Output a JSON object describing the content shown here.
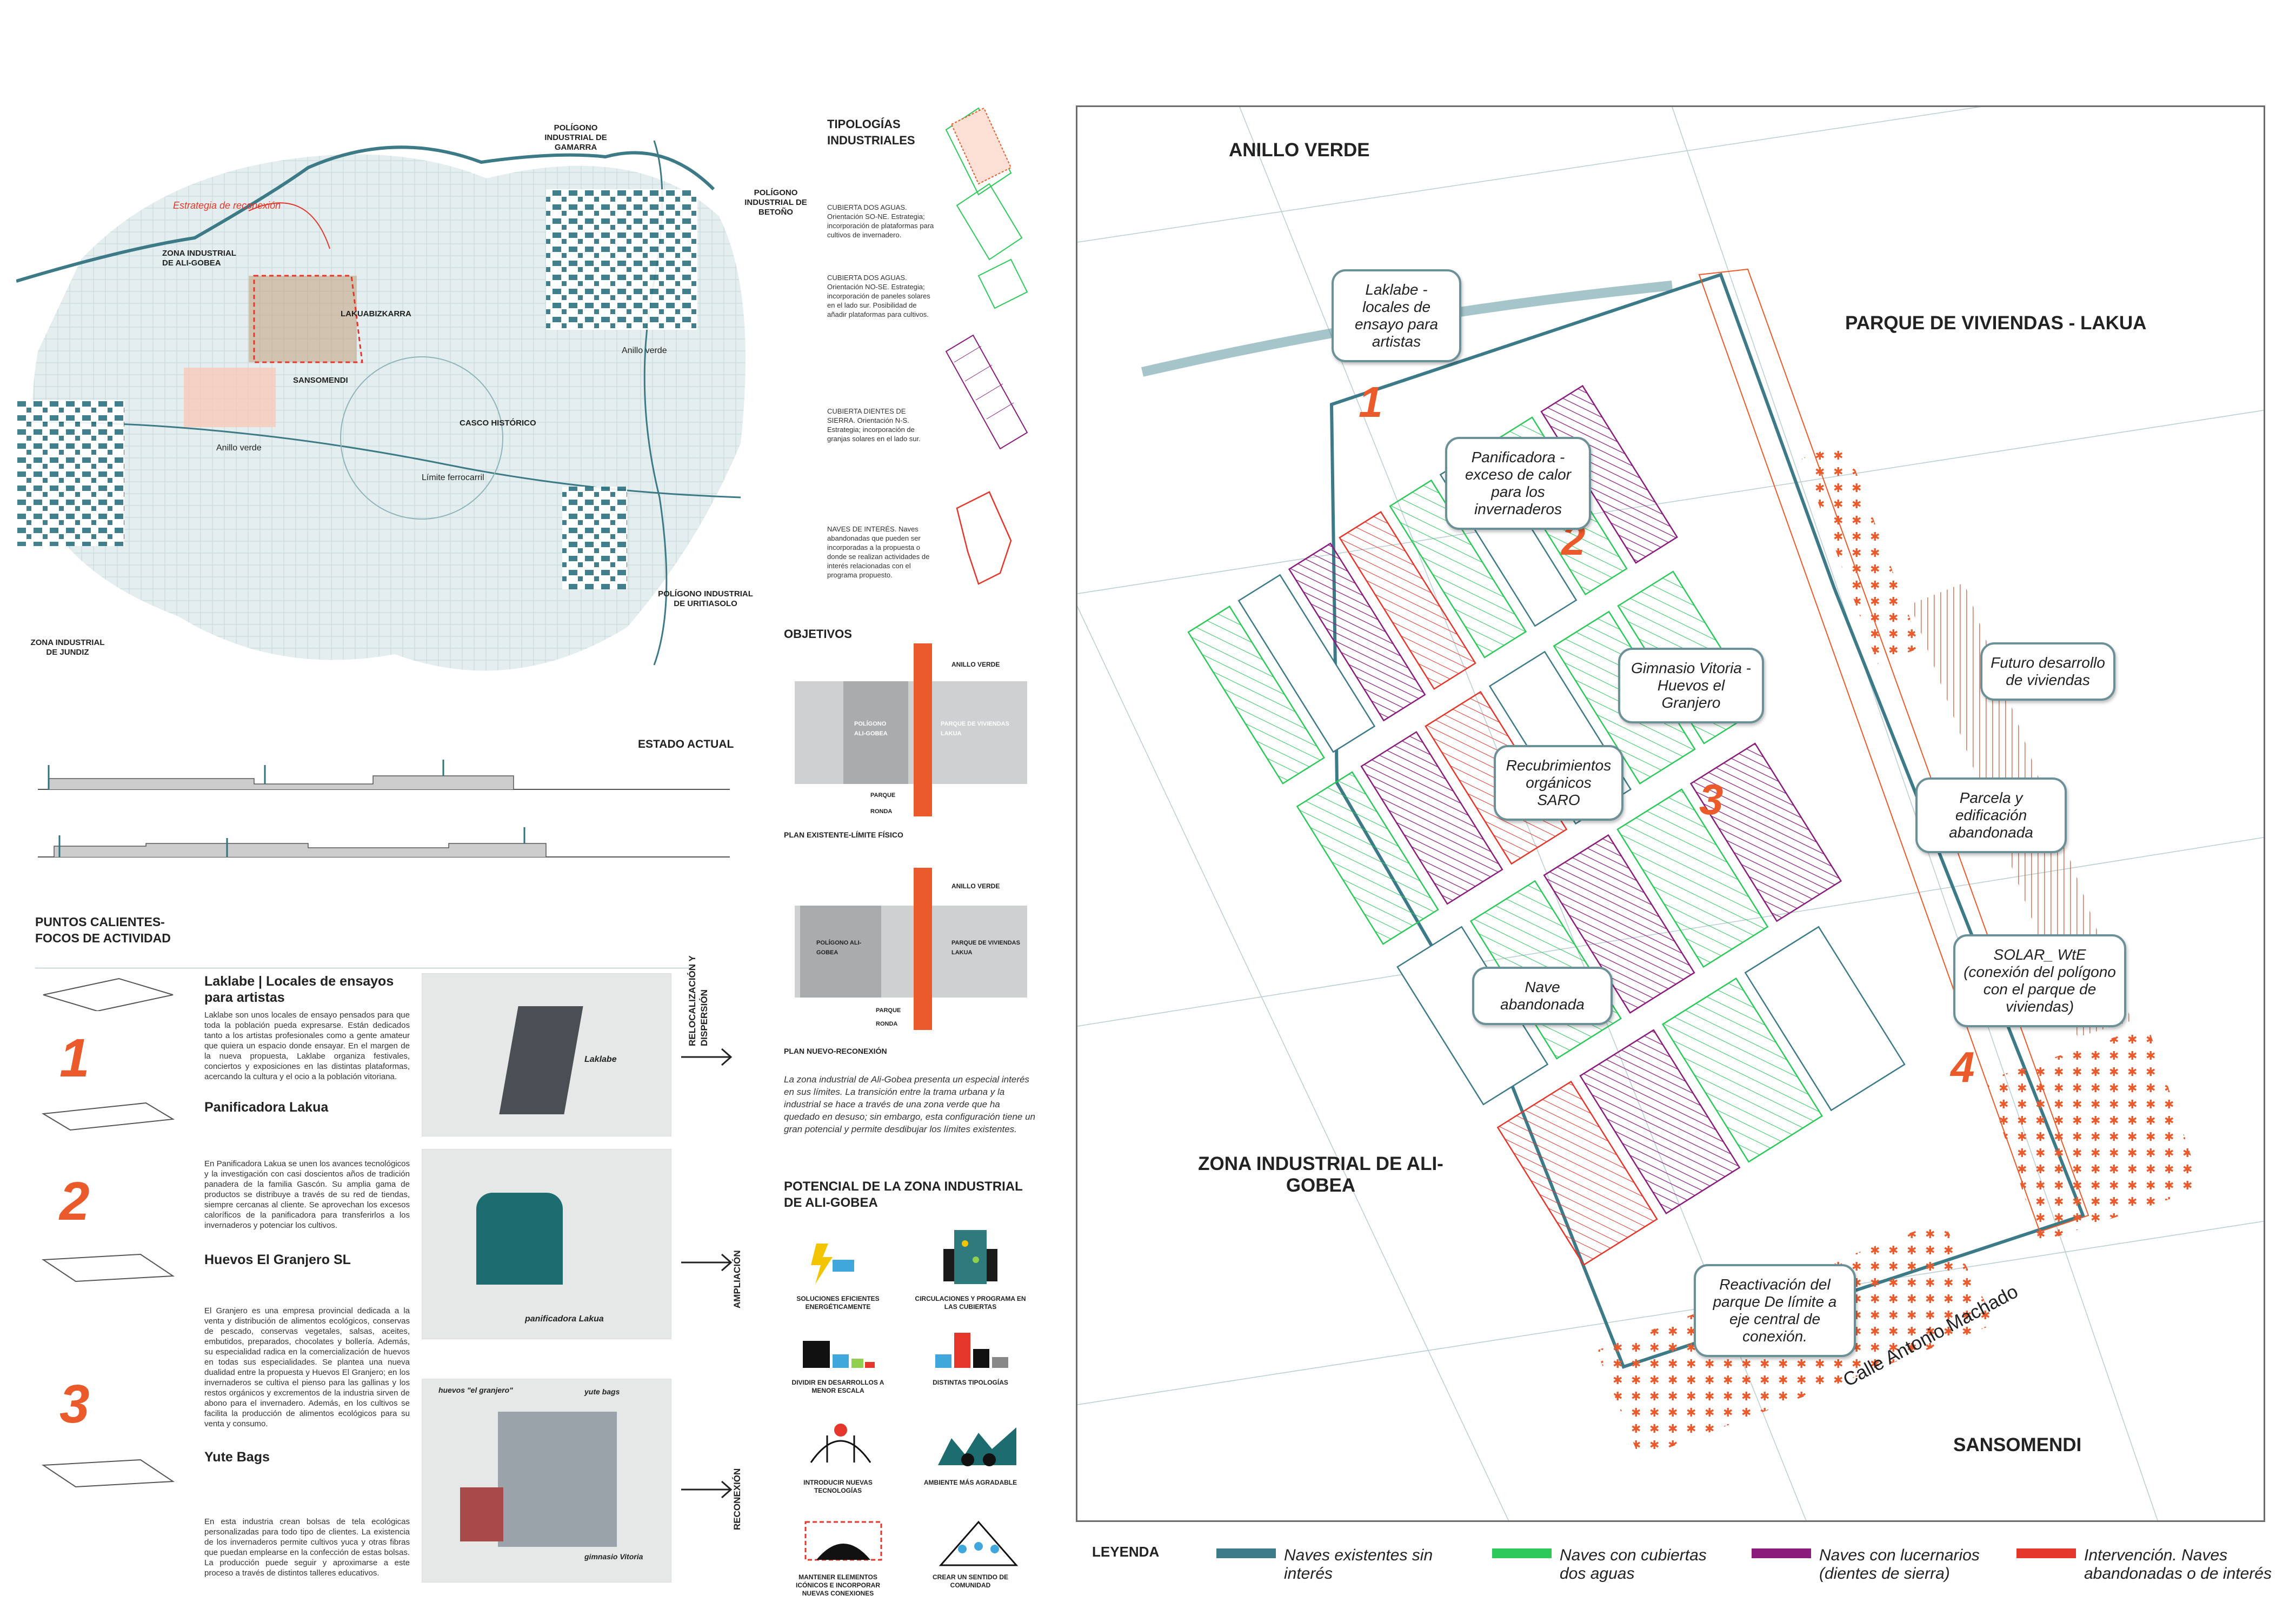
{
  "colors": {
    "accent": "#ea5a2a",
    "teal": "#3b7a86",
    "green": "#2cc95a",
    "purple": "#8a1c7c",
    "red": "#e5362b"
  },
  "city_map": {
    "labels": {
      "gamarra": "POLÍGONO INDUSTRIAL DE GAMARRA",
      "betono": "POLÍGONO INDUSTRIAL DE BETOÑO",
      "strategy": "Estrategia de reconexión",
      "aligobea": "ZONA INDUSTRIAL DE ALI-GOBEA",
      "lakuabizkarra": "LAKUABIZKARRA",
      "sansomendi": "SANSOMENDI",
      "anillo1": "Anillo verde",
      "anillo2": "Anillo verde",
      "casco": "CASCO HISTÓRICO",
      "ferrocarril": "Límite ferrocarril",
      "uritiasolo": "POLÍGONO INDUSTRIAL DE URITIASOLO",
      "jundiz": "ZONA INDUSTRIAL DE JUNDIZ"
    },
    "estado_actual": "ESTADO ACTUAL"
  },
  "tipologias": {
    "title": "TIPOLOGÍAS INDUSTRIALES",
    "items": [
      {
        "text": "CUBIERTA DOS AGUAS. Orientación SO-NE. Estrategia; incorporación de plataformas para cultivos de invernadero."
      },
      {
        "text": "CUBIERTA DOS AGUAS. Orientación NO-SE. Estrategia; incorporación de paneles solares en el lado sur. Posibilidad de añadir plataformas para cultivos."
      },
      {
        "text": "CUBIERTA DIENTES DE SIERRA. Orientación N-S. Estrategia; incorporación de granjas solares en el lado sur."
      },
      {
        "text": "NAVES DE INTERÉS. Naves abandonadas que pueden ser incorporadas a la propuesta o donde se realizan actividades de interés relacionadas con el programa propuesto."
      }
    ]
  },
  "objetivos": {
    "title": "OBJETIVOS",
    "plan1": {
      "anillo": "ANILLO VERDE",
      "poligono": "POLÍGONO ALI-GOBEA",
      "parque": "PARQUE DE VIVIENDAS LAKUA",
      "parque2": "PARQUE",
      "ronda": "RONDA",
      "caption": "PLAN EXISTENTE-LÍMITE FÍSICO"
    },
    "plan2": {
      "anillo": "ANILLO VERDE",
      "poligono": "POLÍGONO ALI-GOBEA",
      "parque": "PARQUE DE VIVIENDAS LAKUA",
      "parque2": "PARQUE",
      "ronda": "RONDA",
      "caption": "PLAN NUEVO-RECONEXIÓN"
    },
    "description": "La zona industrial de Ali-Gobea presenta un especial interés en sus límites. La transición entre la trama urbana y la industrial se hace a través de una zona verde que ha quedado en desuso; sin embargo, esta configuración tiene un gran potencial y permite desdibujar los límites existentes."
  },
  "puntos": {
    "title": "PUNTOS CALIENTES-FOCOS DE ACTIVIDAD",
    "items": [
      {
        "num": "1",
        "title": "Laklabe | Locales de ensayos para artistas",
        "text": "Laklabe son unos locales de ensayo pensados para que toda la población pueda expresarse. Están dedicados tanto a los artistas profesionales como a gente amateur que quiera un espacio donde ensayar. En el margen de la nueva propuesta, Laklabe organiza festivales, conciertos y exposiciones en las distintas plataformas, acercando la cultura y el ocio a la población vitoriana.",
        "photo_label": "Laklabe"
      },
      {
        "num": "2",
        "title": "Panificadora Lakua",
        "text": "En Panificadora Lakua se unen los avances tecnológicos y la investigación con casi doscientos años de tradición panadera de la familia Gascón. Su amplia gama de productos se distribuye a través de su red de tiendas, siempre cercanas al cliente. Se aprovechan los excesos caloríficos de la panificadora para transferirlos a los invernaderos y potenciar los cultivos.",
        "photo_label": "panificadora Lakua"
      },
      {
        "num": "3",
        "title": "Huevos El Granjero SL",
        "text": "El Granjero es una empresa provincial dedicada a la venta y distribución de alimentos ecológicos, conservas de pescado, conservas vegetales, salsas, aceites, embutidos, preparados, chocolates y bollería. Además, su especialidad radica en la comercialización de huevos en todas sus especialidades. Se plantea una nueva dualidad entre la propuesta y Huevos El Granjero; en los invernaderos se cultiva el pienso para las gallinas y los restos orgánicos y excrementos de la industria sirven de abono para el invernadero. Además, en los cultivos se facilita la producción de alimentos ecológicos para su venta y consumo.",
        "photo_labels": [
          "huevos \"el granjero\"",
          "yute bags",
          "gimnasio Vitoria"
        ]
      },
      {
        "title": "Yute Bags",
        "text": "En esta industria crean bolsas de tela ecológicas personalizadas para todo tipo de clientes. La existencia de los invernaderos permite cultivos yuca y otras fibras que puedan emplearse en la confección de estas bolsas. La producción puede seguir y aproximarse a este proceso a través de distintos talleres educativos."
      }
    ],
    "side_labels": [
      "RELOCALIZACIÓN Y DISPERSIÓN",
      "AMPLIACIÓN",
      "RECONEXIÓN"
    ]
  },
  "potencial": {
    "title": "POTENCIAL DE LA ZONA INDUSTRIAL DE ALI-GOBEA",
    "icons": [
      {
        "icon": "solar-energy-icon",
        "caption": "SOLUCIONES EFICIENTES ENERGÉTICAMENTE"
      },
      {
        "icon": "rooftop-program-icon",
        "caption": "CIRCULACIONES Y PROGRAMA EN LAS CUBIERTAS"
      },
      {
        "icon": "small-scale-icon",
        "caption": "DIVIDIR EN DESARROLLOS A MENOR ESCALA"
      },
      {
        "icon": "typologies-icon",
        "caption": "DISTINTAS TIPOLOGÍAS"
      },
      {
        "icon": "technology-icon",
        "caption": "INTRODUCIR NUEVAS TECNOLOGÍAS"
      },
      {
        "icon": "environment-icon",
        "caption": "AMBIENTE MÁS AGRADABLE"
      },
      {
        "icon": "iconic-elements-icon",
        "caption": "MANTENER ELEMENTOS ICÓNICOS E INCORPORAR NUEVAS CONEXIONES"
      },
      {
        "icon": "community-icon",
        "caption": "CREAR UN SENTIDO DE COMUNIDAD"
      }
    ]
  },
  "main_map": {
    "labels": {
      "anillo": "ANILLO VERDE",
      "lakua": "PARQUE DE VIVIENDAS - LAKUA",
      "zona": "ZONA INDUSTRIAL DE ALI-GOBEA",
      "calle": "Calle Antonio Machado",
      "sansomendi": "SANSOMENDI"
    },
    "numbers": [
      "1",
      "2",
      "3",
      "4"
    ],
    "callouts": {
      "laklabe": "Laklabe - locales de ensayo para artistas",
      "panificadora": "Panificadora - exceso de calor para los invernaderos",
      "gimnasio": "Gimnasio Vitoria - Huevos el Granjero",
      "recubrimientos": "Recubrimientos orgánicos SARO",
      "futuro": "Futuro desarrollo de viviendas",
      "parcela": "Parcela y edificación abandonada",
      "solar": "SOLAR_ WtE (conexión del polígono con el parque de viviendas)",
      "nave": "Nave abandonada",
      "reactivacion": "Reactivación del parque De límite a eje central de conexión."
    }
  },
  "legend": {
    "title": "LEYENDA",
    "items": [
      {
        "color": "#3b7a86",
        "label": "Naves existentes sin interés"
      },
      {
        "color": "#2cc95a",
        "label": "Naves con cubiertas dos aguas"
      },
      {
        "color": "#8a1c7c",
        "label": "Naves con lucernarios (dientes de sierra)"
      },
      {
        "color": "#e5362b",
        "label": "Intervención. Naves abandonadas o de interés"
      }
    ]
  }
}
